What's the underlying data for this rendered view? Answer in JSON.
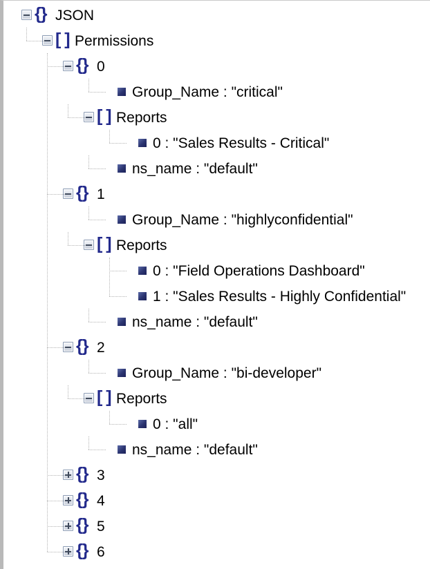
{
  "viewer": {
    "title": "JSON Tree Viewer",
    "background_color": "#ffffff",
    "text_color": "#000000",
    "glyph_color": "#232a8c",
    "bullet_color": "#2b3470",
    "guide_color": "#b3b3b3"
  },
  "icons": {
    "expander_collapse": "minus-box",
    "expander_expand": "plus-box",
    "object": "{}",
    "array": "[ ]",
    "leaf": "filled-square"
  },
  "tree": {
    "rows": [
      {
        "label": "JSON",
        "kind": "object",
        "state": "expanded",
        "depth": 0
      },
      {
        "label": "Permissions",
        "kind": "array",
        "state": "expanded",
        "depth": 1
      },
      {
        "label": "0",
        "kind": "object",
        "state": "expanded",
        "depth": 2
      },
      {
        "label": "Group_Name : \"critical\"",
        "kind": "leaf",
        "state": "none",
        "depth": 4
      },
      {
        "label": "Reports",
        "kind": "array",
        "state": "expanded",
        "depth": 3
      },
      {
        "label": "0 : \"Sales Results - Critical\"",
        "kind": "leaf",
        "state": "none",
        "depth": 5
      },
      {
        "label": "ns_name : \"default\"",
        "kind": "leaf",
        "state": "none",
        "depth": 4
      },
      {
        "label": "1",
        "kind": "object",
        "state": "expanded",
        "depth": 2
      },
      {
        "label": "Group_Name : \"highlyconfidential\"",
        "kind": "leaf",
        "state": "none",
        "depth": 4
      },
      {
        "label": "Reports",
        "kind": "array",
        "state": "expanded",
        "depth": 3
      },
      {
        "label": "0 : \"Field Operations Dashboard\"",
        "kind": "leaf",
        "state": "none",
        "depth": 5
      },
      {
        "label": "1 : \"Sales Results - Highly Confidential\"",
        "kind": "leaf",
        "state": "none",
        "depth": 5
      },
      {
        "label": "ns_name : \"default\"",
        "kind": "leaf",
        "state": "none",
        "depth": 4
      },
      {
        "label": "2",
        "kind": "object",
        "state": "expanded",
        "depth": 2
      },
      {
        "label": "Group_Name : \"bi-developer\"",
        "kind": "leaf",
        "state": "none",
        "depth": 4
      },
      {
        "label": "Reports",
        "kind": "array",
        "state": "expanded",
        "depth": 3
      },
      {
        "label": "0 : \"all\"",
        "kind": "leaf",
        "state": "none",
        "depth": 5
      },
      {
        "label": "ns_name : \"default\"",
        "kind": "leaf",
        "state": "none",
        "depth": 4
      },
      {
        "label": "3",
        "kind": "object",
        "state": "collapsed",
        "depth": 2
      },
      {
        "label": "4",
        "kind": "object",
        "state": "collapsed",
        "depth": 2
      },
      {
        "label": "5",
        "kind": "object",
        "state": "collapsed",
        "depth": 2
      },
      {
        "label": "6",
        "kind": "object",
        "state": "collapsed",
        "depth": 2
      }
    ]
  },
  "json_content": {
    "Permissions": [
      {
        "Group_Name": "critical",
        "Reports": [
          "Sales Results - Critical"
        ],
        "ns_name": "default"
      },
      {
        "Group_Name": "highlyconfidential",
        "Reports": [
          "Field Operations Dashboard",
          "Sales Results - Highly Confidential"
        ],
        "ns_name": "default"
      },
      {
        "Group_Name": "bi-developer",
        "Reports": [
          "all"
        ],
        "ns_name": "default"
      }
    ]
  }
}
